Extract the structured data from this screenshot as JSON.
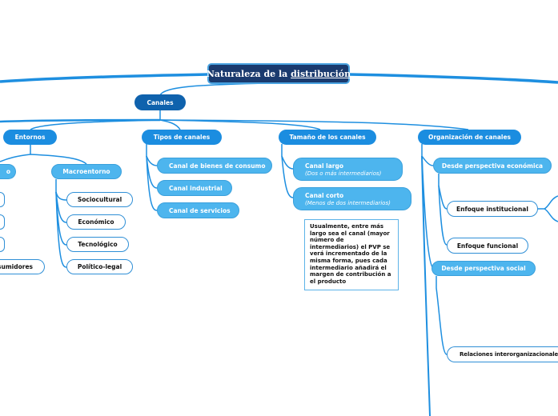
{
  "root": {
    "title_prefix": "Naturaleza de la ",
    "title_link": "distribución"
  },
  "canales": "Canales",
  "branches": {
    "entornos": {
      "label": "Entornos",
      "microentorno_partial": "o",
      "macroentorno": {
        "label": "Macroentorno",
        "items": [
          "Sociocultural",
          "Económico",
          "Tecnológico",
          "Político-legal"
        ]
      },
      "micro_items_partial": [
        "",
        "",
        "",
        "sumidores"
      ]
    },
    "tipos": {
      "label": "Tipos de canales",
      "items": [
        "Canal de bienes de consumo",
        "Canal industrial",
        "Canal de servicios"
      ]
    },
    "tamano": {
      "label": "Tamaño de los canales",
      "items": [
        {
          "title": "Canal largo",
          "subtitle": "(Dos o más intermediarios)"
        },
        {
          "title": "Canal corto",
          "subtitle": "(Menos de dos intermediarios)"
        }
      ],
      "note": "Usualmente, entre más largo sea el canal (mayor número de intermediarios) el PVP se verá incrementado de la misma forma, pues cada intermediario añadirá el margen de contribución a el producto"
    },
    "organizacion": {
      "label": "Organización de canales",
      "economica": {
        "label": "Desde perspectiva económica",
        "items": [
          "Enfoque institucional",
          "Enfoque funcional"
        ]
      },
      "social": {
        "label": "Desde perspectiva social",
        "items": [
          "Relaciones interorganizacionales"
        ]
      }
    }
  },
  "colors": {
    "root": "#1a3a6e",
    "level1": "#0f62ad",
    "level2": "#1b8de0",
    "level3": "#4db5ee",
    "line": "#1e90e0"
  }
}
